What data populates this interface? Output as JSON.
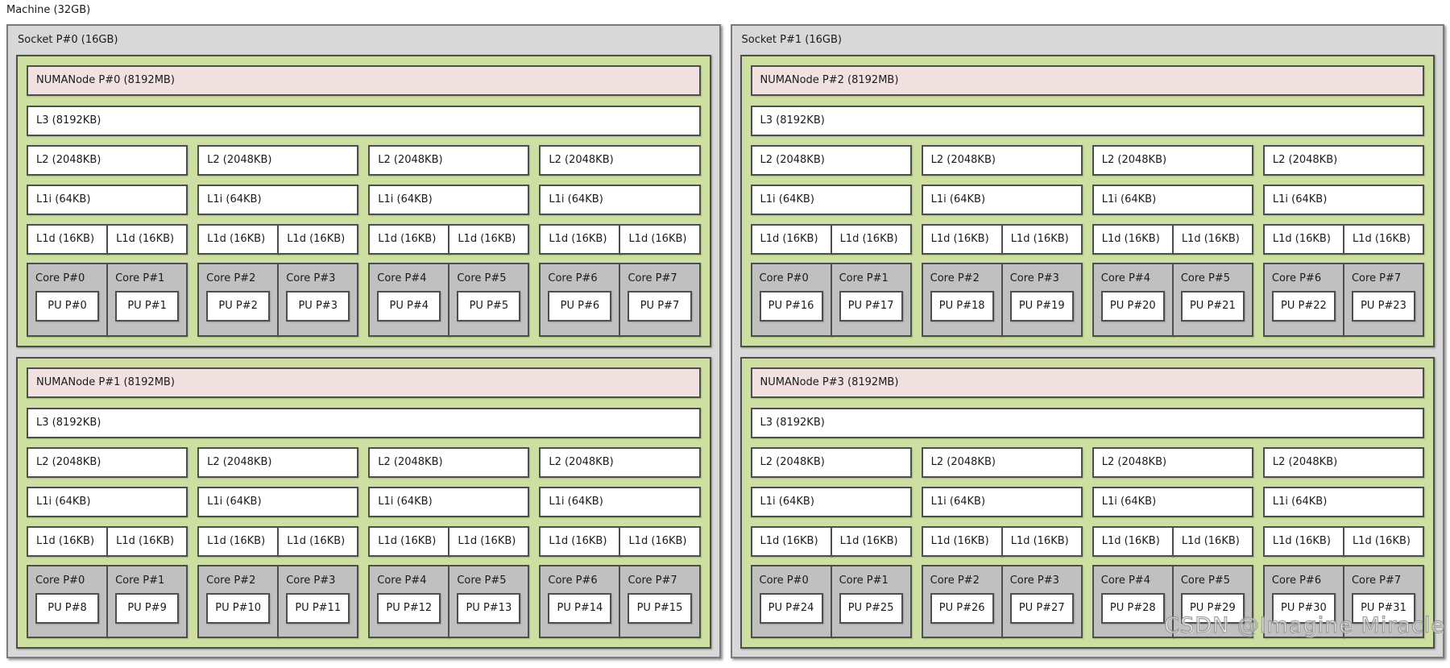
{
  "machine": {
    "label": "Machine (32GB)"
  },
  "watermark": {
    "text": "CSDN @Imagine Miracle"
  },
  "colors": {
    "socket_bg": "#d8d8d8",
    "socket_border": "#7a7a7a",
    "numa_bg": "#cde0a2",
    "numanode_bg": "#f1e1e1",
    "cache_bg": "#ffffff",
    "core_bg": "#c0c0c0",
    "pu_bg": "#ffffff",
    "box_border": "#4e4e4e",
    "text": "#1a1a1a"
  },
  "sockets": [
    {
      "label": "Socket P#0 (16GB)",
      "numa_groups": [
        {
          "numanode_label": "NUMANode P#0 (8192MB)",
          "l3_label": "L3 (8192KB)",
          "l2_groups": [
            {
              "l2_label": "L2 (2048KB)",
              "l1i_label": "L1i (64KB)",
              "l1d_labels": [
                "L1d (16KB)",
                "L1d (16KB)"
              ],
              "cores": [
                {
                  "label": "Core P#0",
                  "pu": "PU P#0"
                },
                {
                  "label": "Core P#1",
                  "pu": "PU P#1"
                }
              ]
            },
            {
              "l2_label": "L2 (2048KB)",
              "l1i_label": "L1i (64KB)",
              "l1d_labels": [
                "L1d (16KB)",
                "L1d (16KB)"
              ],
              "cores": [
                {
                  "label": "Core P#2",
                  "pu": "PU P#2"
                },
                {
                  "label": "Core P#3",
                  "pu": "PU P#3"
                }
              ]
            },
            {
              "l2_label": "L2 (2048KB)",
              "l1i_label": "L1i (64KB)",
              "l1d_labels": [
                "L1d (16KB)",
                "L1d (16KB)"
              ],
              "cores": [
                {
                  "label": "Core P#4",
                  "pu": "PU P#4"
                },
                {
                  "label": "Core P#5",
                  "pu": "PU P#5"
                }
              ]
            },
            {
              "l2_label": "L2 (2048KB)",
              "l1i_label": "L1i (64KB)",
              "l1d_labels": [
                "L1d (16KB)",
                "L1d (16KB)"
              ],
              "cores": [
                {
                  "label": "Core P#6",
                  "pu": "PU P#6"
                },
                {
                  "label": "Core P#7",
                  "pu": "PU P#7"
                }
              ]
            }
          ]
        },
        {
          "numanode_label": "NUMANode P#1 (8192MB)",
          "l3_label": "L3 (8192KB)",
          "l2_groups": [
            {
              "l2_label": "L2 (2048KB)",
              "l1i_label": "L1i (64KB)",
              "l1d_labels": [
                "L1d (16KB)",
                "L1d (16KB)"
              ],
              "cores": [
                {
                  "label": "Core P#0",
                  "pu": "PU P#8"
                },
                {
                  "label": "Core P#1",
                  "pu": "PU P#9"
                }
              ]
            },
            {
              "l2_label": "L2 (2048KB)",
              "l1i_label": "L1i (64KB)",
              "l1d_labels": [
                "L1d (16KB)",
                "L1d (16KB)"
              ],
              "cores": [
                {
                  "label": "Core P#2",
                  "pu": "PU P#10"
                },
                {
                  "label": "Core P#3",
                  "pu": "PU P#11"
                }
              ]
            },
            {
              "l2_label": "L2 (2048KB)",
              "l1i_label": "L1i (64KB)",
              "l1d_labels": [
                "L1d (16KB)",
                "L1d (16KB)"
              ],
              "cores": [
                {
                  "label": "Core P#4",
                  "pu": "PU P#12"
                },
                {
                  "label": "Core P#5",
                  "pu": "PU P#13"
                }
              ]
            },
            {
              "l2_label": "L2 (2048KB)",
              "l1i_label": "L1i (64KB)",
              "l1d_labels": [
                "L1d (16KB)",
                "L1d (16KB)"
              ],
              "cores": [
                {
                  "label": "Core P#6",
                  "pu": "PU P#14"
                },
                {
                  "label": "Core P#7",
                  "pu": "PU P#15"
                }
              ]
            }
          ]
        }
      ]
    },
    {
      "label": "Socket P#1 (16GB)",
      "numa_groups": [
        {
          "numanode_label": "NUMANode P#2 (8192MB)",
          "l3_label": "L3 (8192KB)",
          "l2_groups": [
            {
              "l2_label": "L2 (2048KB)",
              "l1i_label": "L1i (64KB)",
              "l1d_labels": [
                "L1d (16KB)",
                "L1d (16KB)"
              ],
              "cores": [
                {
                  "label": "Core P#0",
                  "pu": "PU P#16"
                },
                {
                  "label": "Core P#1",
                  "pu": "PU P#17"
                }
              ]
            },
            {
              "l2_label": "L2 (2048KB)",
              "l1i_label": "L1i (64KB)",
              "l1d_labels": [
                "L1d (16KB)",
                "L1d (16KB)"
              ],
              "cores": [
                {
                  "label": "Core P#2",
                  "pu": "PU P#18"
                },
                {
                  "label": "Core P#3",
                  "pu": "PU P#19"
                }
              ]
            },
            {
              "l2_label": "L2 (2048KB)",
              "l1i_label": "L1i (64KB)",
              "l1d_labels": [
                "L1d (16KB)",
                "L1d (16KB)"
              ],
              "cores": [
                {
                  "label": "Core P#4",
                  "pu": "PU P#20"
                },
                {
                  "label": "Core P#5",
                  "pu": "PU P#21"
                }
              ]
            },
            {
              "l2_label": "L2 (2048KB)",
              "l1i_label": "L1i (64KB)",
              "l1d_labels": [
                "L1d (16KB)",
                "L1d (16KB)"
              ],
              "cores": [
                {
                  "label": "Core P#6",
                  "pu": "PU P#22"
                },
                {
                  "label": "Core P#7",
                  "pu": "PU P#23"
                }
              ]
            }
          ]
        },
        {
          "numanode_label": "NUMANode P#3 (8192MB)",
          "l3_label": "L3 (8192KB)",
          "l2_groups": [
            {
              "l2_label": "L2 (2048KB)",
              "l1i_label": "L1i (64KB)",
              "l1d_labels": [
                "L1d (16KB)",
                "L1d (16KB)"
              ],
              "cores": [
                {
                  "label": "Core P#0",
                  "pu": "PU P#24"
                },
                {
                  "label": "Core P#1",
                  "pu": "PU P#25"
                }
              ]
            },
            {
              "l2_label": "L2 (2048KB)",
              "l1i_label": "L1i (64KB)",
              "l1d_labels": [
                "L1d (16KB)",
                "L1d (16KB)"
              ],
              "cores": [
                {
                  "label": "Core P#2",
                  "pu": "PU P#26"
                },
                {
                  "label": "Core P#3",
                  "pu": "PU P#27"
                }
              ]
            },
            {
              "l2_label": "L2 (2048KB)",
              "l1i_label": "L1i (64KB)",
              "l1d_labels": [
                "L1d (16KB)",
                "L1d (16KB)"
              ],
              "cores": [
                {
                  "label": "Core P#4",
                  "pu": "PU P#28"
                },
                {
                  "label": "Core P#5",
                  "pu": "PU P#29"
                }
              ]
            },
            {
              "l2_label": "L2 (2048KB)",
              "l1i_label": "L1i (64KB)",
              "l1d_labels": [
                "L1d (16KB)",
                "L1d (16KB)"
              ],
              "cores": [
                {
                  "label": "Core P#6",
                  "pu": "PU P#30"
                },
                {
                  "label": "Core P#7",
                  "pu": "PU P#31"
                }
              ]
            }
          ]
        }
      ]
    }
  ]
}
